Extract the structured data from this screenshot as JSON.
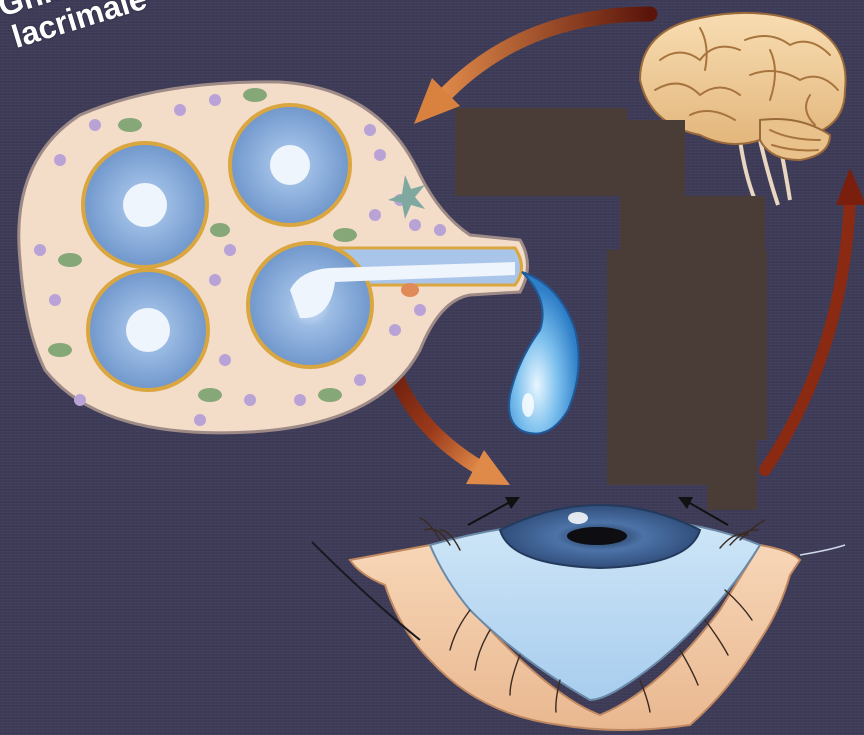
{
  "label": {
    "line1": "Ghiandola",
    "line2": "lacrimale"
  },
  "colors": {
    "background": "#3d3b57",
    "gland_fill": "#f3dcc8",
    "acinus_fill": "#8fb0dc",
    "acinus_ring": "#d9a640",
    "arrow": "#8b2a12",
    "mask": "#4a3d38",
    "iris": "#3f5f8f",
    "tear": "#6ab0e8"
  },
  "icons": [
    "brain-icon",
    "tear-drop-icon",
    "eye-icon",
    "cycle-arrows"
  ]
}
